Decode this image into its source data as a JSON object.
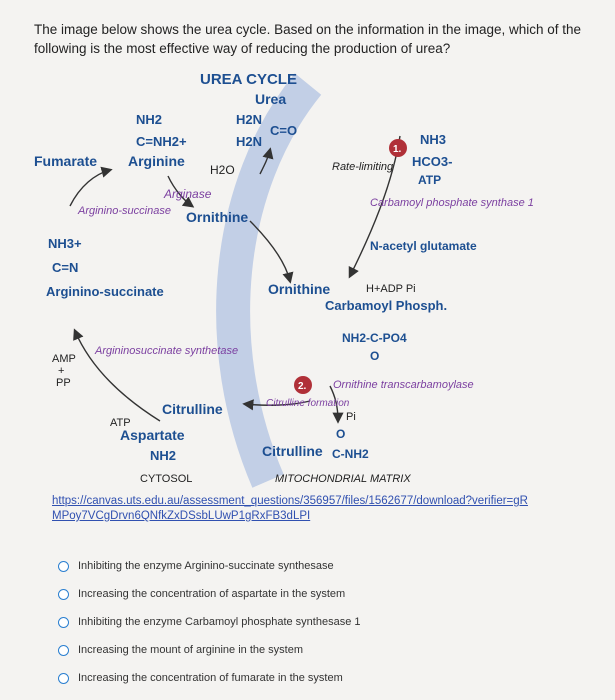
{
  "question": "The image below shows the urea cycle. Based on the information in the image, which of the following is the most effective way of reducing the production of urea?",
  "diagram": {
    "title": "UREA CYCLE",
    "urea": "Urea",
    "urea_h2n_top": "H2N",
    "urea_h2n_bottom": "H2N",
    "urea_co": "C=O",
    "arg_nh2": "NH2",
    "arg_cnh2": "C=NH2+",
    "fumarate": "Fumarate",
    "arginine": "Arginine",
    "h2o": "H2O",
    "arginase": "Arginase",
    "argsucc_lyase": "Arginino-succinase",
    "ornithine_left": "Ornithine",
    "as_nh3": "NH3+",
    "as_cn": "C=N",
    "argininosuccinate": "Arginino-succinate",
    "as_synthetase": "Argininosuccinate synthetase",
    "amp": "AMP",
    "plus": "+",
    "pp": "PP",
    "citrulline_left": "Citrulline",
    "atp_left": "ATP",
    "aspartate": "Aspartate",
    "asp_nh2": "NH2",
    "cytosol": "CYTOSOL",
    "mito": "MITOCHONDRIAL MATRIX",
    "step1": "1.",
    "rate_limiting": "Rate-limiting",
    "nh3": "NH3",
    "hco3": "HCO3-",
    "atp_right": "ATP",
    "cps1": "Carbamoyl phosphate synthase 1",
    "nag": "N-acetyl glutamate",
    "ornithine_right": "Ornithine",
    "hadp": "H+ADP Pi",
    "carb_phos": "Carbamoyl Phosph.",
    "cp_formula": "NH2-C-PO4",
    "cp_o": "O",
    "step2": "2.",
    "otc": "Ornithine transcarbamoylase",
    "cit_formation": "Citrulline formation",
    "pi": "Pi",
    "cit_o": "O",
    "citrulline_right": "Citrulline",
    "cit_formula": "C-NH2"
  },
  "url": "https://canvas.uts.edu.au/assessment_questions/356957/files/1562677/download?verifier=gRMPoy7VCgDrvn6QNfkZxDSsbLUwP1gRxFB3dLPI",
  "options": [
    "Inhibiting the enzyme Arginino-succinate synthesase",
    "Increasing the concentration of aspartate in the system",
    "Inhibiting the enzyme Carbamoyl phosphate synthesase 1",
    "Increasing the mount of arginine in the system",
    "Increasing the concentration of fumarate in the system"
  ],
  "colors": {
    "blue": "#1d4f91",
    "purple": "#7b3fa0",
    "red": "#b03038",
    "membrane": "#b9c8e4",
    "radio": "#2a7fd0"
  }
}
